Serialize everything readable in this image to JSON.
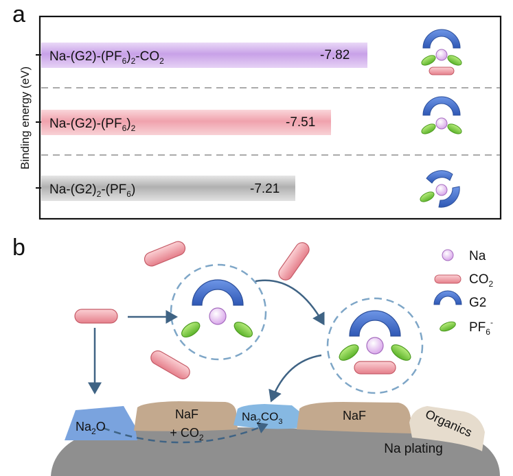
{
  "panel_a": {
    "letter": "a",
    "ylabel": "Binding energy (eV)",
    "rows": [
      {
        "label_main": "Na-(G2)-(PF",
        "label_sub": "6",
        "label_tail": ")",
        "label_sub2": "2",
        "label_tail2": "-CO",
        "label_sub3": "2",
        "value": "-7.82",
        "color": "#c9a4e6"
      },
      {
        "label_main": "Na-(G2)-(PF",
        "label_sub": "6",
        "label_tail": ")",
        "label_sub2": "2",
        "label_tail2": "",
        "label_sub3": "",
        "value": "-7.51",
        "color": "#f1aab4"
      },
      {
        "label_main": "Na-(G2)",
        "label_sub": "2",
        "label_tail": "-(PF",
        "label_sub2": "6",
        "label_tail2": ")",
        "label_sub3": "",
        "value": "-7.21",
        "color": "#b4b4b4"
      }
    ]
  },
  "panel_b": {
    "letter": "b",
    "legend": [
      {
        "label": "Na",
        "sup": ""
      },
      {
        "label": "CO",
        "sub": "2"
      },
      {
        "label": "G2",
        "sub": ""
      },
      {
        "label": "PF",
        "sub": "6",
        "sup": "-"
      }
    ],
    "layers": {
      "na2o": {
        "main": "Na",
        "sub": "2",
        "tail": "O"
      },
      "naf_left": {
        "line1": "NaF",
        "line2": "+ CO",
        "sub": "2"
      },
      "na2co3": {
        "main": "Na",
        "sub": "2",
        "tail": "CO",
        "sub2": "3"
      },
      "naf_right": "NaF",
      "organics": "Organics",
      "plating": "Na plating"
    }
  },
  "colors": {
    "na": "#e9c8f2",
    "co2": "#f0a0a8",
    "g2": "#3f6fcf",
    "pf6": "#7ccd3f",
    "arrow": "#3f6384",
    "halo": "#7ea6c7",
    "na2o": "#7aa3de",
    "naf": "#c3a98e",
    "na2co3": "#86b8e2",
    "organics": "#e6dccd",
    "plating": "#8f8f8f"
  }
}
